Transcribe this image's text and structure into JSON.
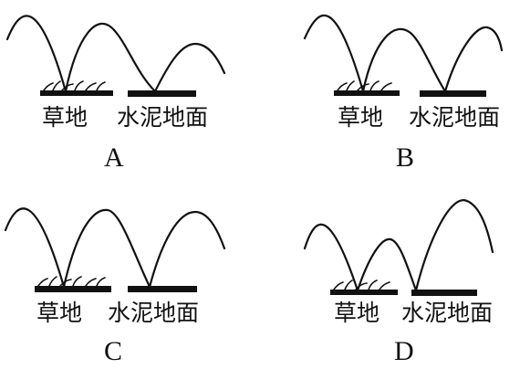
{
  "panels": [
    {
      "id": "A",
      "letter": "A",
      "grass_label": "草地",
      "cement_label": "水泥地面"
    },
    {
      "id": "B",
      "letter": "B",
      "grass_label": "草地",
      "cement_label": "水泥地面"
    },
    {
      "id": "C",
      "letter": "C",
      "grass_label": "草地",
      "cement_label": "水泥地面"
    },
    {
      "id": "D",
      "letter": "D",
      "grass_label": "草地",
      "cement_label": "水泥地面"
    }
  ]
}
